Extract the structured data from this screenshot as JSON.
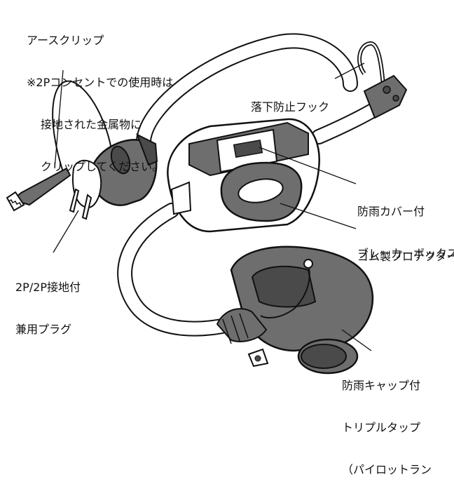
{
  "labels": {
    "earth_clip": {
      "title": "アースクリップ",
      "note_line1": "※2Pコンセントでの使用時は",
      "note_line2": "接地された金属物に",
      "note_line3": "クリップしてください。"
    },
    "hook": "落下防止フック",
    "breaker": {
      "line1": "防雨カバー付",
      "line2": "ブレーカーボックス"
    },
    "protector": "ゴム製プロテクター",
    "plug": {
      "line1": "2P/2P接地付",
      "line2": "兼用プラグ"
    },
    "tap": {
      "line1": "防雨キャップ付",
      "line2": "トリプルタップ",
      "line3": "（パイロットラン"
    }
  },
  "colors": {
    "outline": "#111111",
    "rubber_gray": "#6e6e6e",
    "rubber_dark": "#4a4a4a",
    "cable_fill": "#ffffff"
  }
}
